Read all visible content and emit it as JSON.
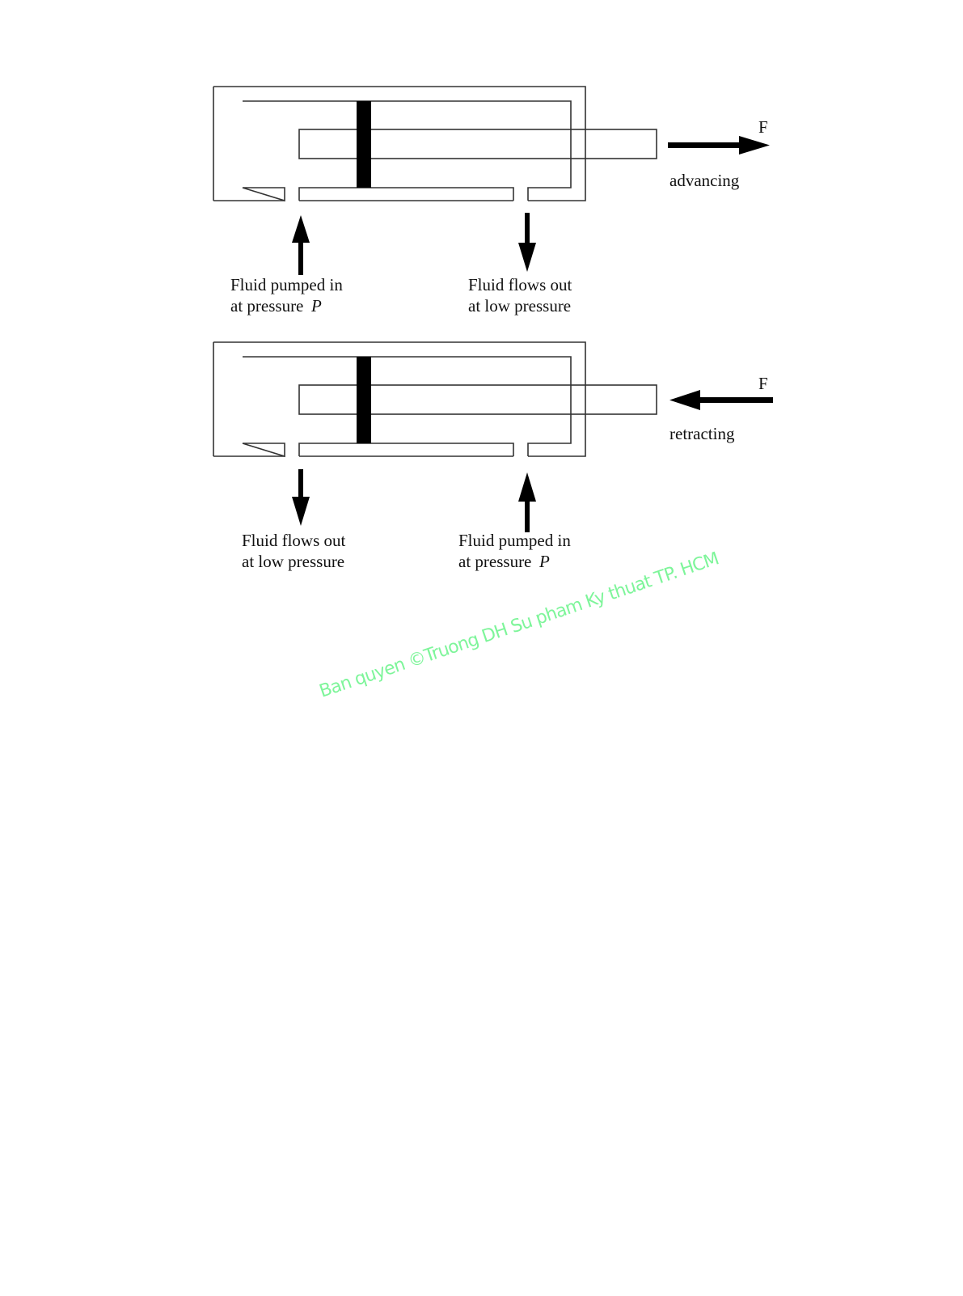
{
  "colors": {
    "line": "#333333",
    "piston": "#000000",
    "watermark": "#7ef59a"
  },
  "advancing": {
    "force_label": "F",
    "state_label": "advancing",
    "inlet_label_line1": "Fluid pumped in",
    "inlet_label_line2": "at pressure ",
    "inlet_label_var": "P",
    "outlet_label_line1": "Fluid flows out",
    "outlet_label_line2": "at low pressure"
  },
  "retracting": {
    "force_label": "F",
    "state_label": "retracting",
    "outlet_label_line1": "Fluid flows out",
    "outlet_label_line2": "at low pressure",
    "inlet_label_line1": "Fluid pumped in",
    "inlet_label_line2": "at pressure ",
    "inlet_label_var": "P"
  },
  "watermark": "Ban quyen ©Truong DH Su pham Ky thuat TP. HCM"
}
